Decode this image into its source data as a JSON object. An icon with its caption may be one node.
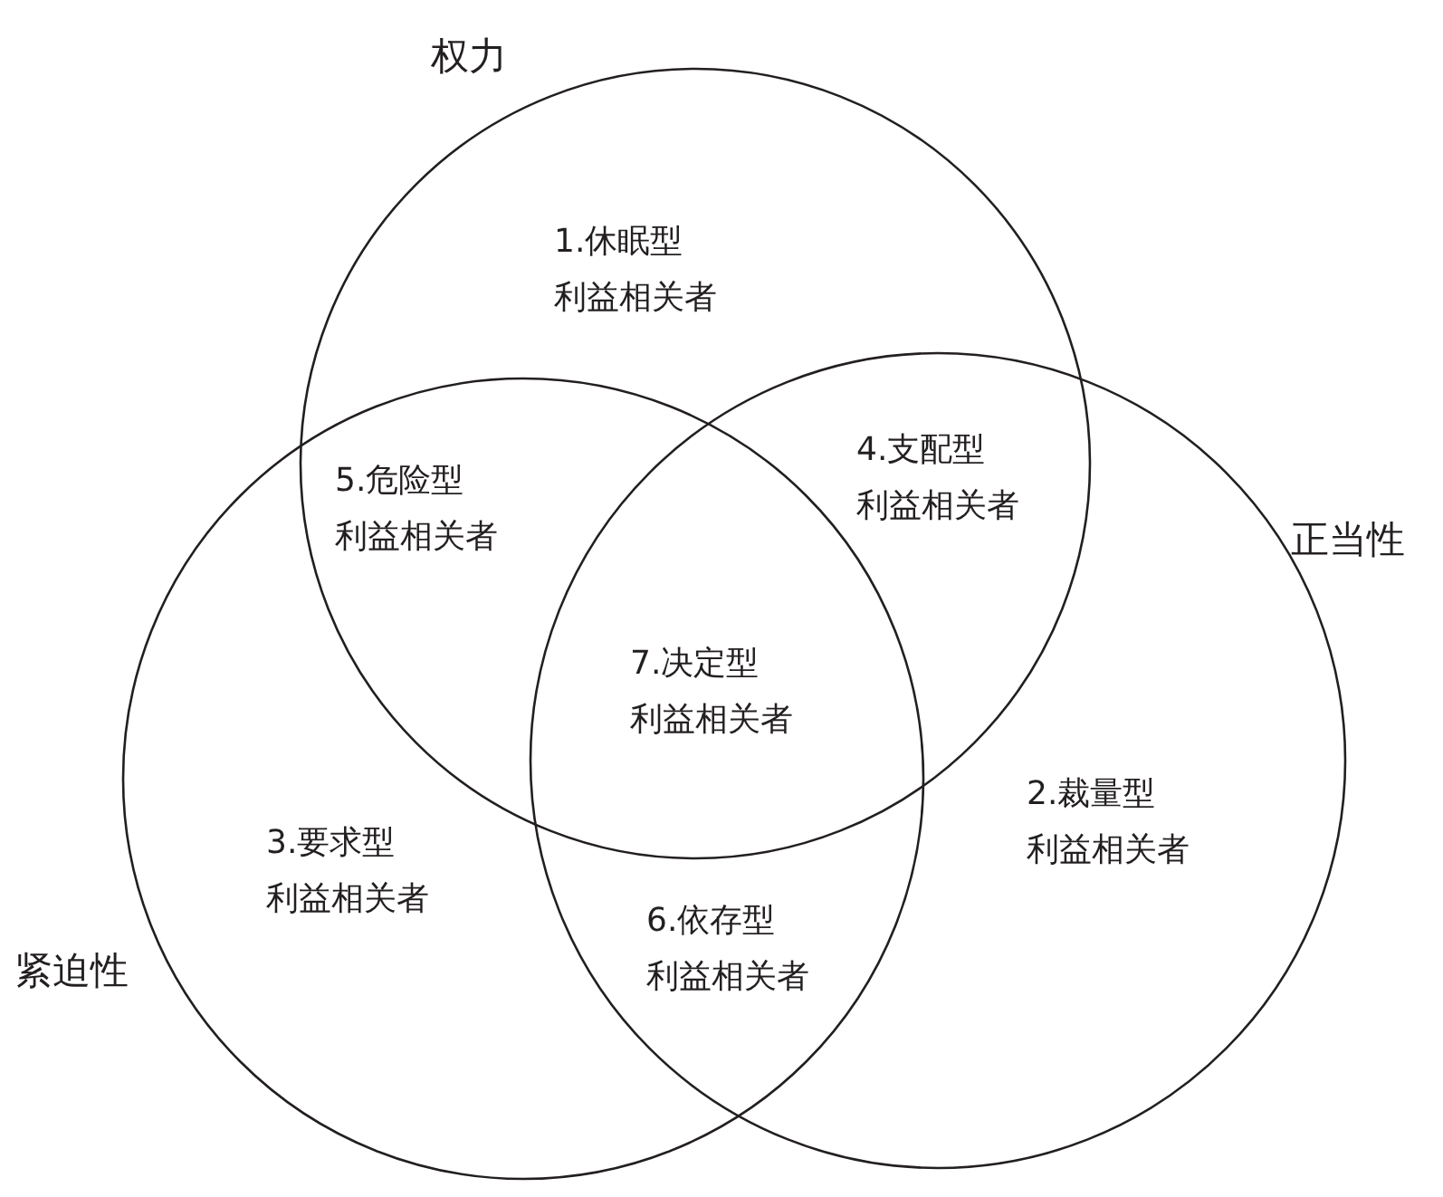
{
  "diagram": {
    "nodes": [
      {
        "text": [
          "权力"
        ]
      },
      {
        "text": [
          "正当性"
        ]
      },
      {
        "text": [
          "紧迫性"
        ]
      }
    ],
    "labels": [
      "1.休眠型",
      "利益相关者",
      "4.支配型",
      "利益相关者",
      "5.危险型",
      "利益相关者",
      "7.决定型",
      "利益相关者",
      "2.裁量型",
      "利益相关者",
      "3.要求型",
      "利益相关者",
      "6.依存型",
      "利益相关者"
    ]
  }
}
